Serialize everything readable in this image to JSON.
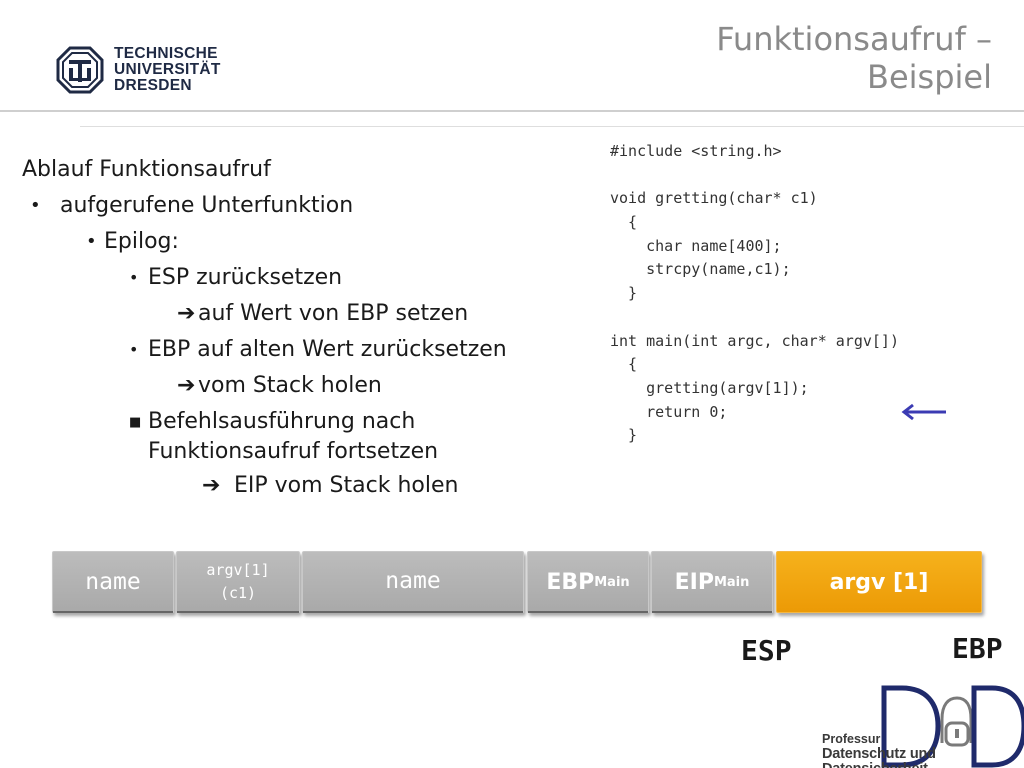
{
  "header": {
    "university": [
      "TECHNISCHE",
      "UNIVERSITÄT",
      "DRESDEN"
    ],
    "title_lines": [
      "Funktionsaufruf –",
      "Beispiel"
    ]
  },
  "bullets": {
    "heading": "Ablauf Funktionsaufruf",
    "level1": "aufgerufene Unterfunktion",
    "level2": "Epilog:",
    "esp_reset": "ESP zurücksetzen",
    "esp_reset_detail": "auf Wert von EBP setzen",
    "ebp_reset": "EBP auf alten Wert zurücksetzen",
    "ebp_reset_detail": "vom Stack holen",
    "continue": "Befehlsausführung nach Funktionsaufruf fortsetzen",
    "continue_detail": "EIP vom Stack holen"
  },
  "code": {
    "lines": [
      "#include <string.h>",
      "",
      "void gretting(char* c1)",
      "  {",
      "    char name[400];",
      "    strcpy(name,c1);",
      "  }",
      "",
      "int main(int argc, char* argv[])",
      "  {",
      "    gretting(argv[1]);",
      "    return 0;",
      "  }"
    ],
    "arrow_color": "#3b3bb3"
  },
  "stack": {
    "name_1": "name",
    "argv1_top": "argv[1]",
    "argv1_bottom": "(c1)",
    "name_2": "name",
    "ebp_base": "EBP",
    "ebp_sub": "Main",
    "eip_base": "EIP",
    "eip_sub": "Main",
    "argv_block": "argv [1]",
    "esp_label": "ESP",
    "ebp_label": "EBP",
    "gray_color": "#b3b3b3",
    "orange_color": "#f0a30f"
  },
  "footer": {
    "logo_text": "DuD",
    "line1": "Professur",
    "line2": "Datenschutz und Datensicherheit"
  }
}
